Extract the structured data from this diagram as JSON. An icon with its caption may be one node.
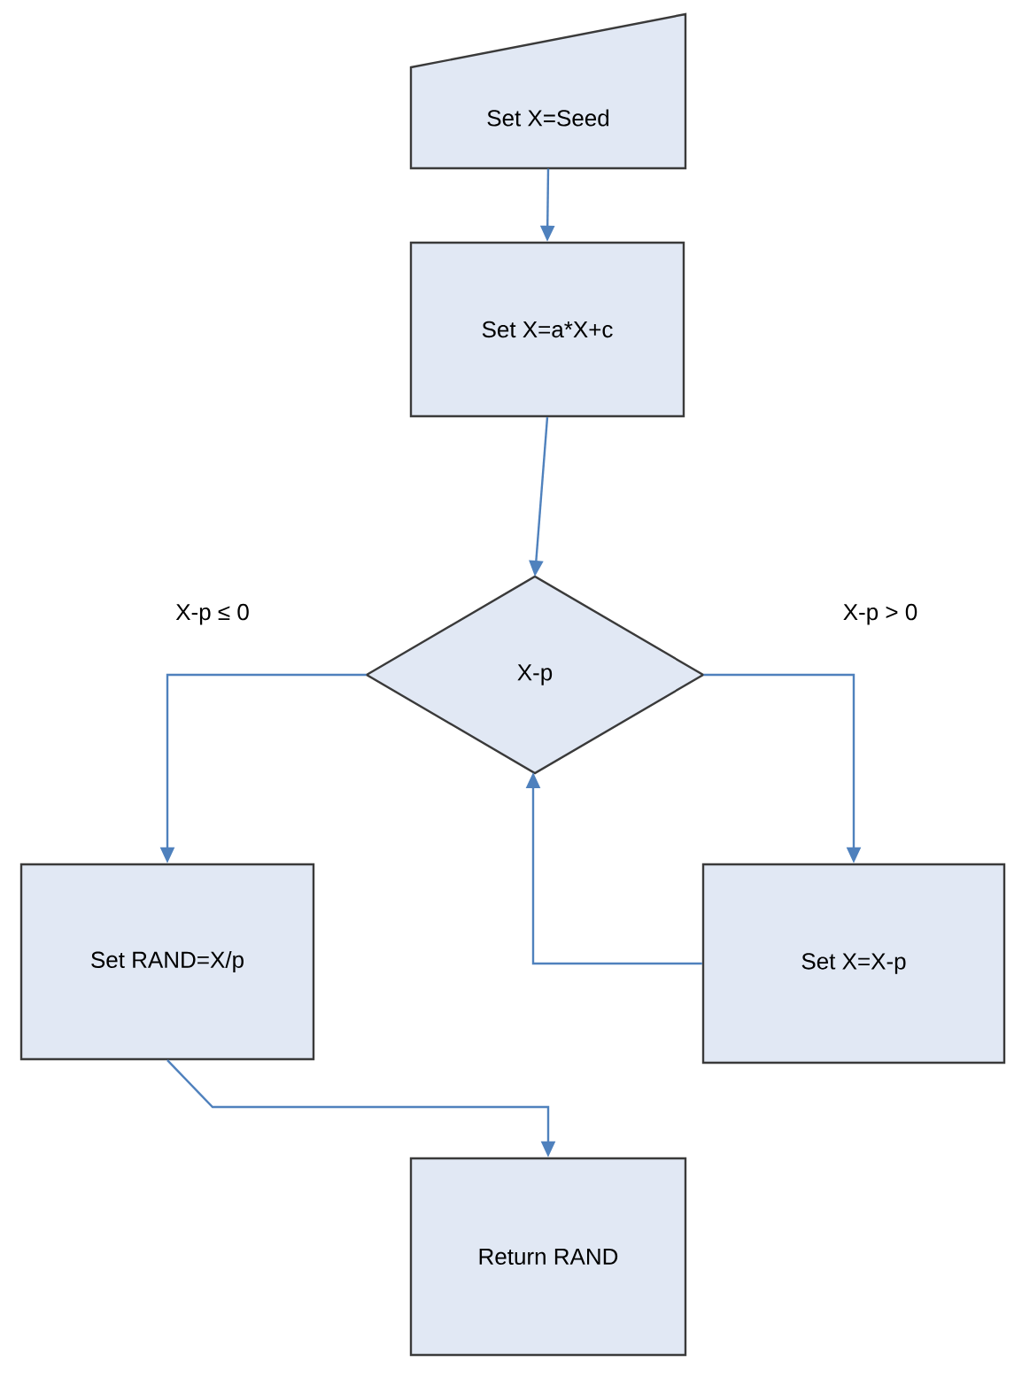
{
  "diagram": {
    "nodes": [
      {
        "text": [
          "Set X=Seed"
        ]
      },
      {
        "text": [
          "Set X=a*X+c"
        ]
      },
      {
        "text": [
          "X-p"
        ]
      },
      {
        "text": [
          "Set RAND=X/p"
        ]
      },
      {
        "text": [
          "Set X=X-p"
        ]
      },
      {
        "text": [
          "Return RAND"
        ]
      }
    ],
    "edges": [
      {
        "from": 0,
        "to": 1,
        "arrow": "to"
      },
      {
        "from": 1,
        "to": 2,
        "arrow": "to"
      },
      {
        "from": 2,
        "to": 3,
        "arrow": "to",
        "label": "X-p ≤ 0"
      },
      {
        "from": 2,
        "to": 4,
        "arrow": "to",
        "label": "X-p > 0"
      },
      {
        "from": 4,
        "to": 2,
        "arrow": "to"
      },
      {
        "from": 3,
        "to": 5,
        "arrow": "to"
      }
    ]
  }
}
